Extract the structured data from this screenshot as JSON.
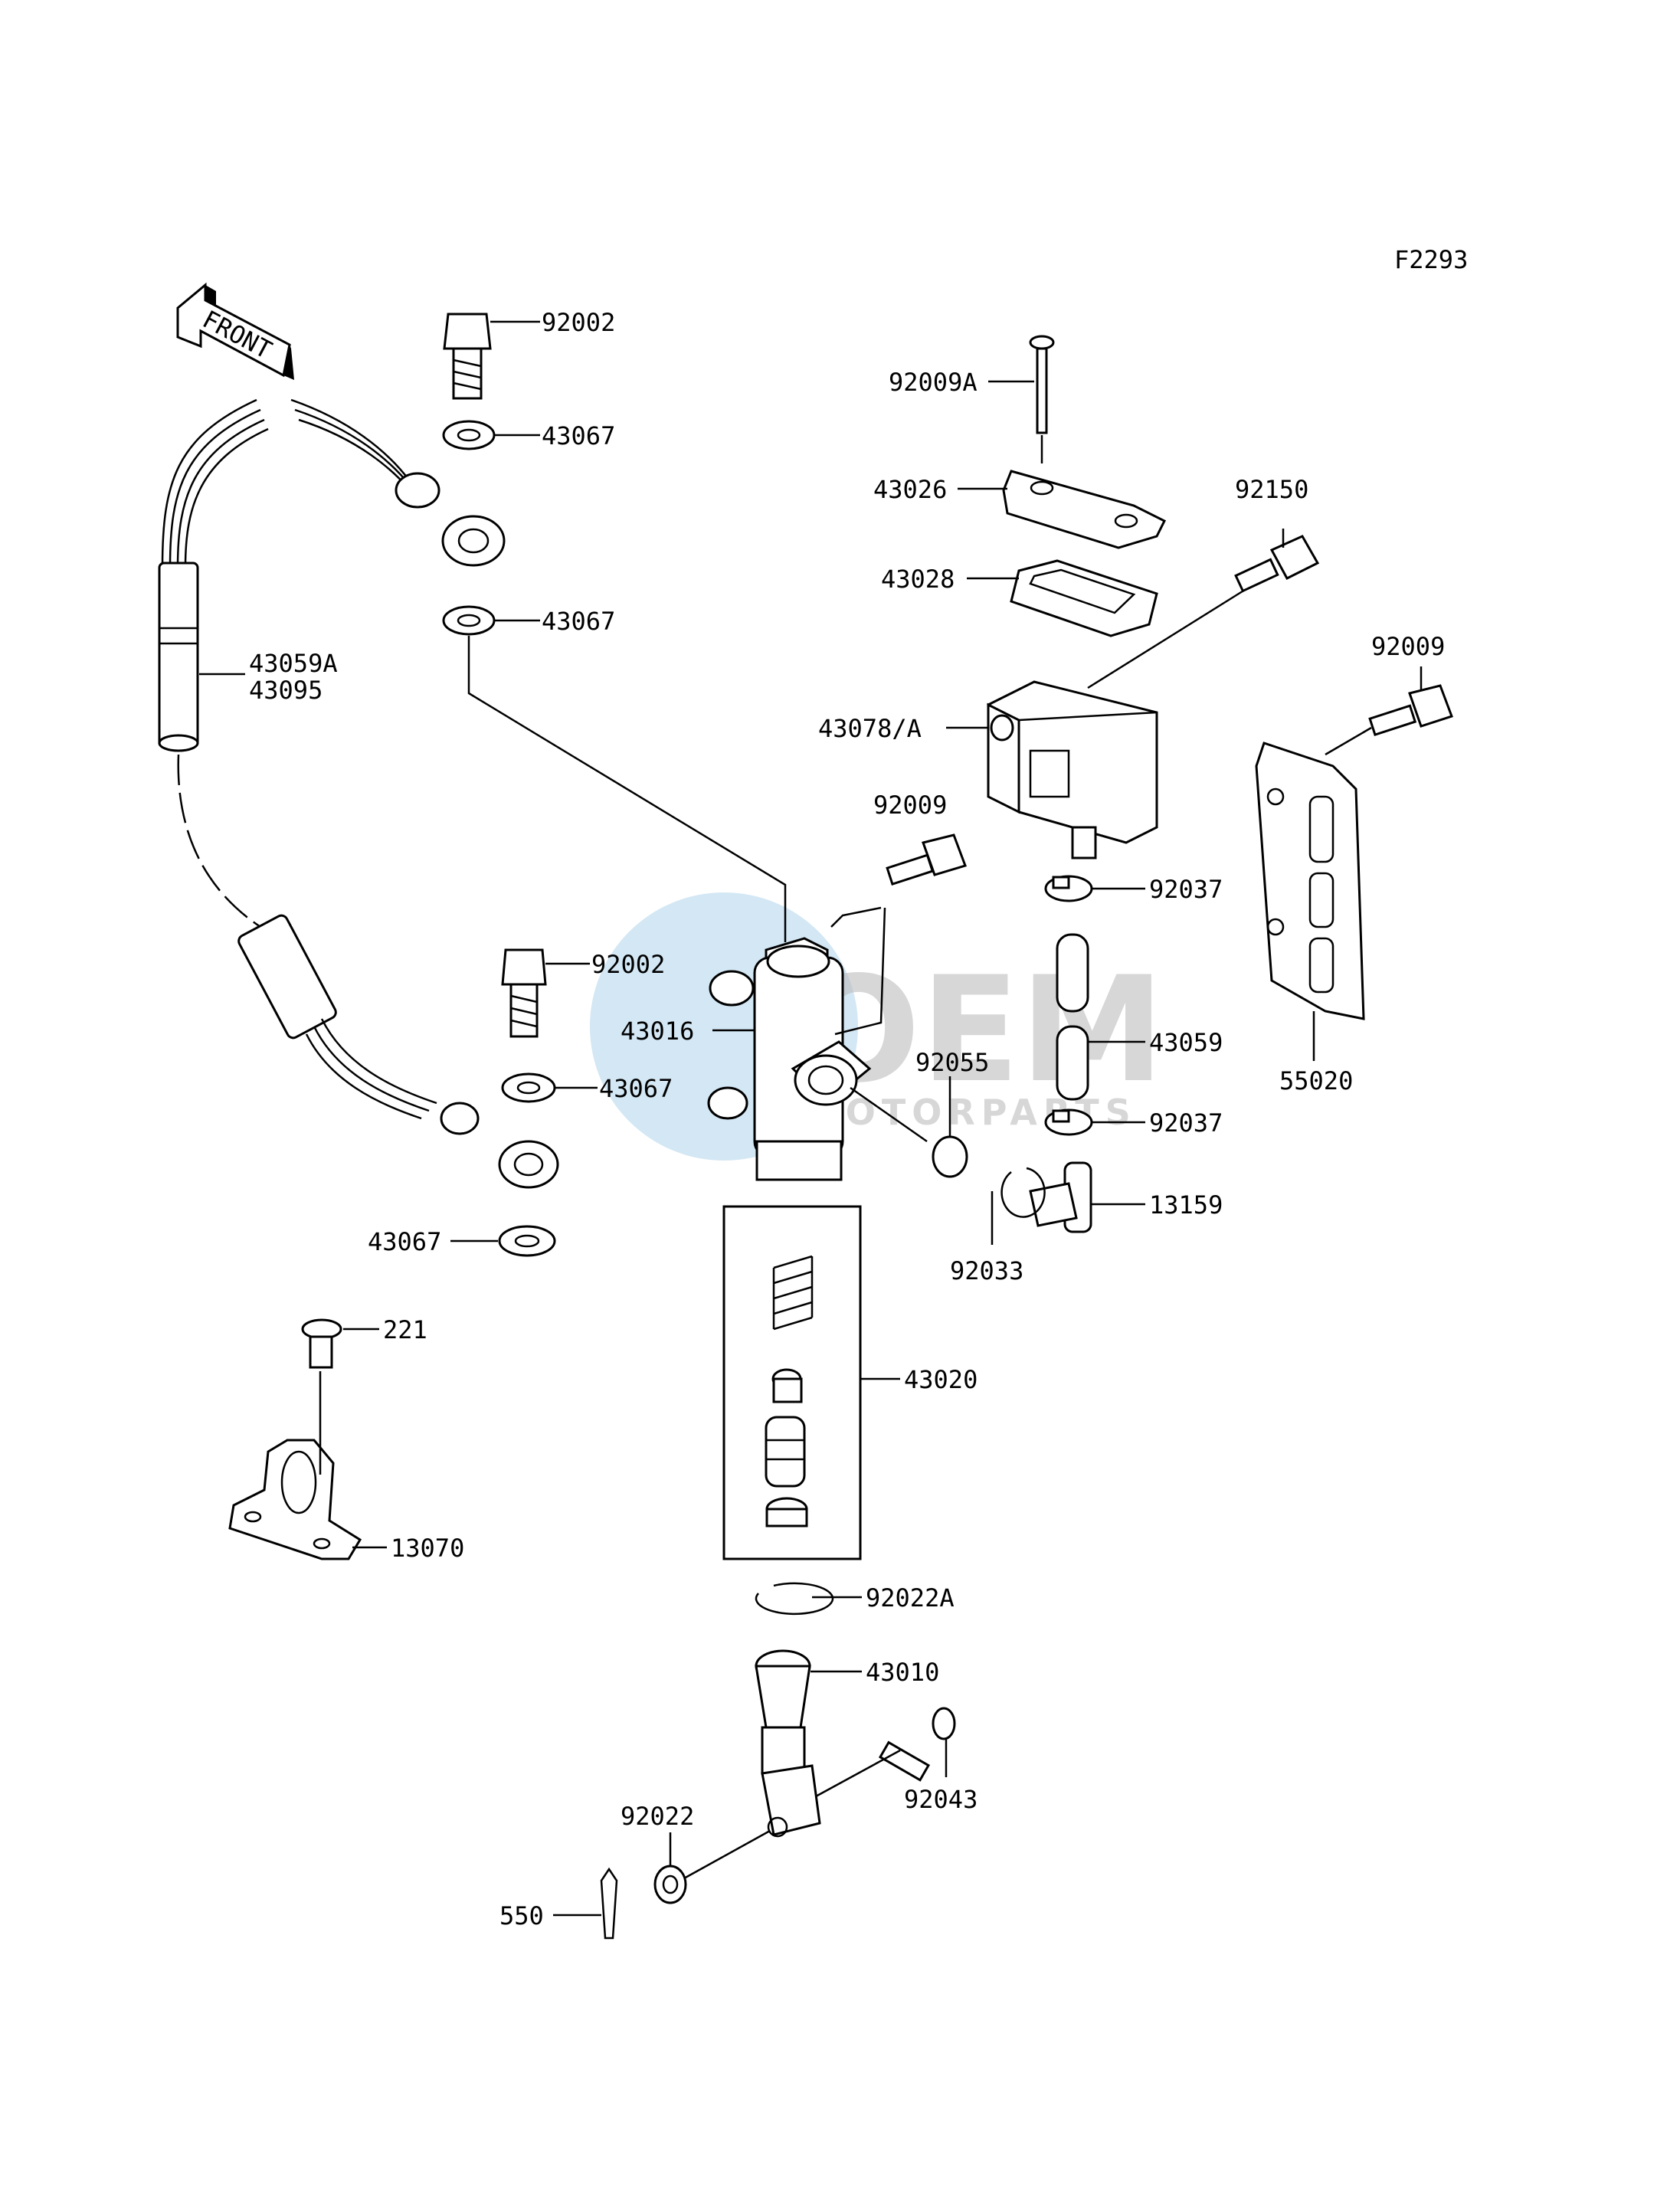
{
  "figure_code": "F2293",
  "direction_label": "FRONT",
  "watermark": {
    "brand": "OEM",
    "sub": "MOTORPARTS"
  },
  "labels": {
    "l92002a": "92002",
    "l43067a": "43067",
    "l43067b": "43067",
    "l43059A": "43059A",
    "l43095": "43095",
    "l92009A": "92009A",
    "l43026": "43026",
    "l43028": "43028",
    "l92150": "92150",
    "l43078A": "43078/A",
    "l92009a": "92009",
    "l92009b": "92009",
    "l55020": "55020",
    "l92037a": "92037",
    "l43059": "43059",
    "l92037b": "92037",
    "l13159": "13159",
    "l92033": "92033",
    "l92055": "92055",
    "l43016": "43016",
    "l92002b": "92002",
    "l43067c": "43067",
    "l43067d": "43067",
    "l221": "221",
    "l13070": "13070",
    "l43020": "43020",
    "l92022A": "92022A",
    "l43010": "43010",
    "l92043": "92043",
    "l92022": "92022",
    "l550": "550"
  }
}
